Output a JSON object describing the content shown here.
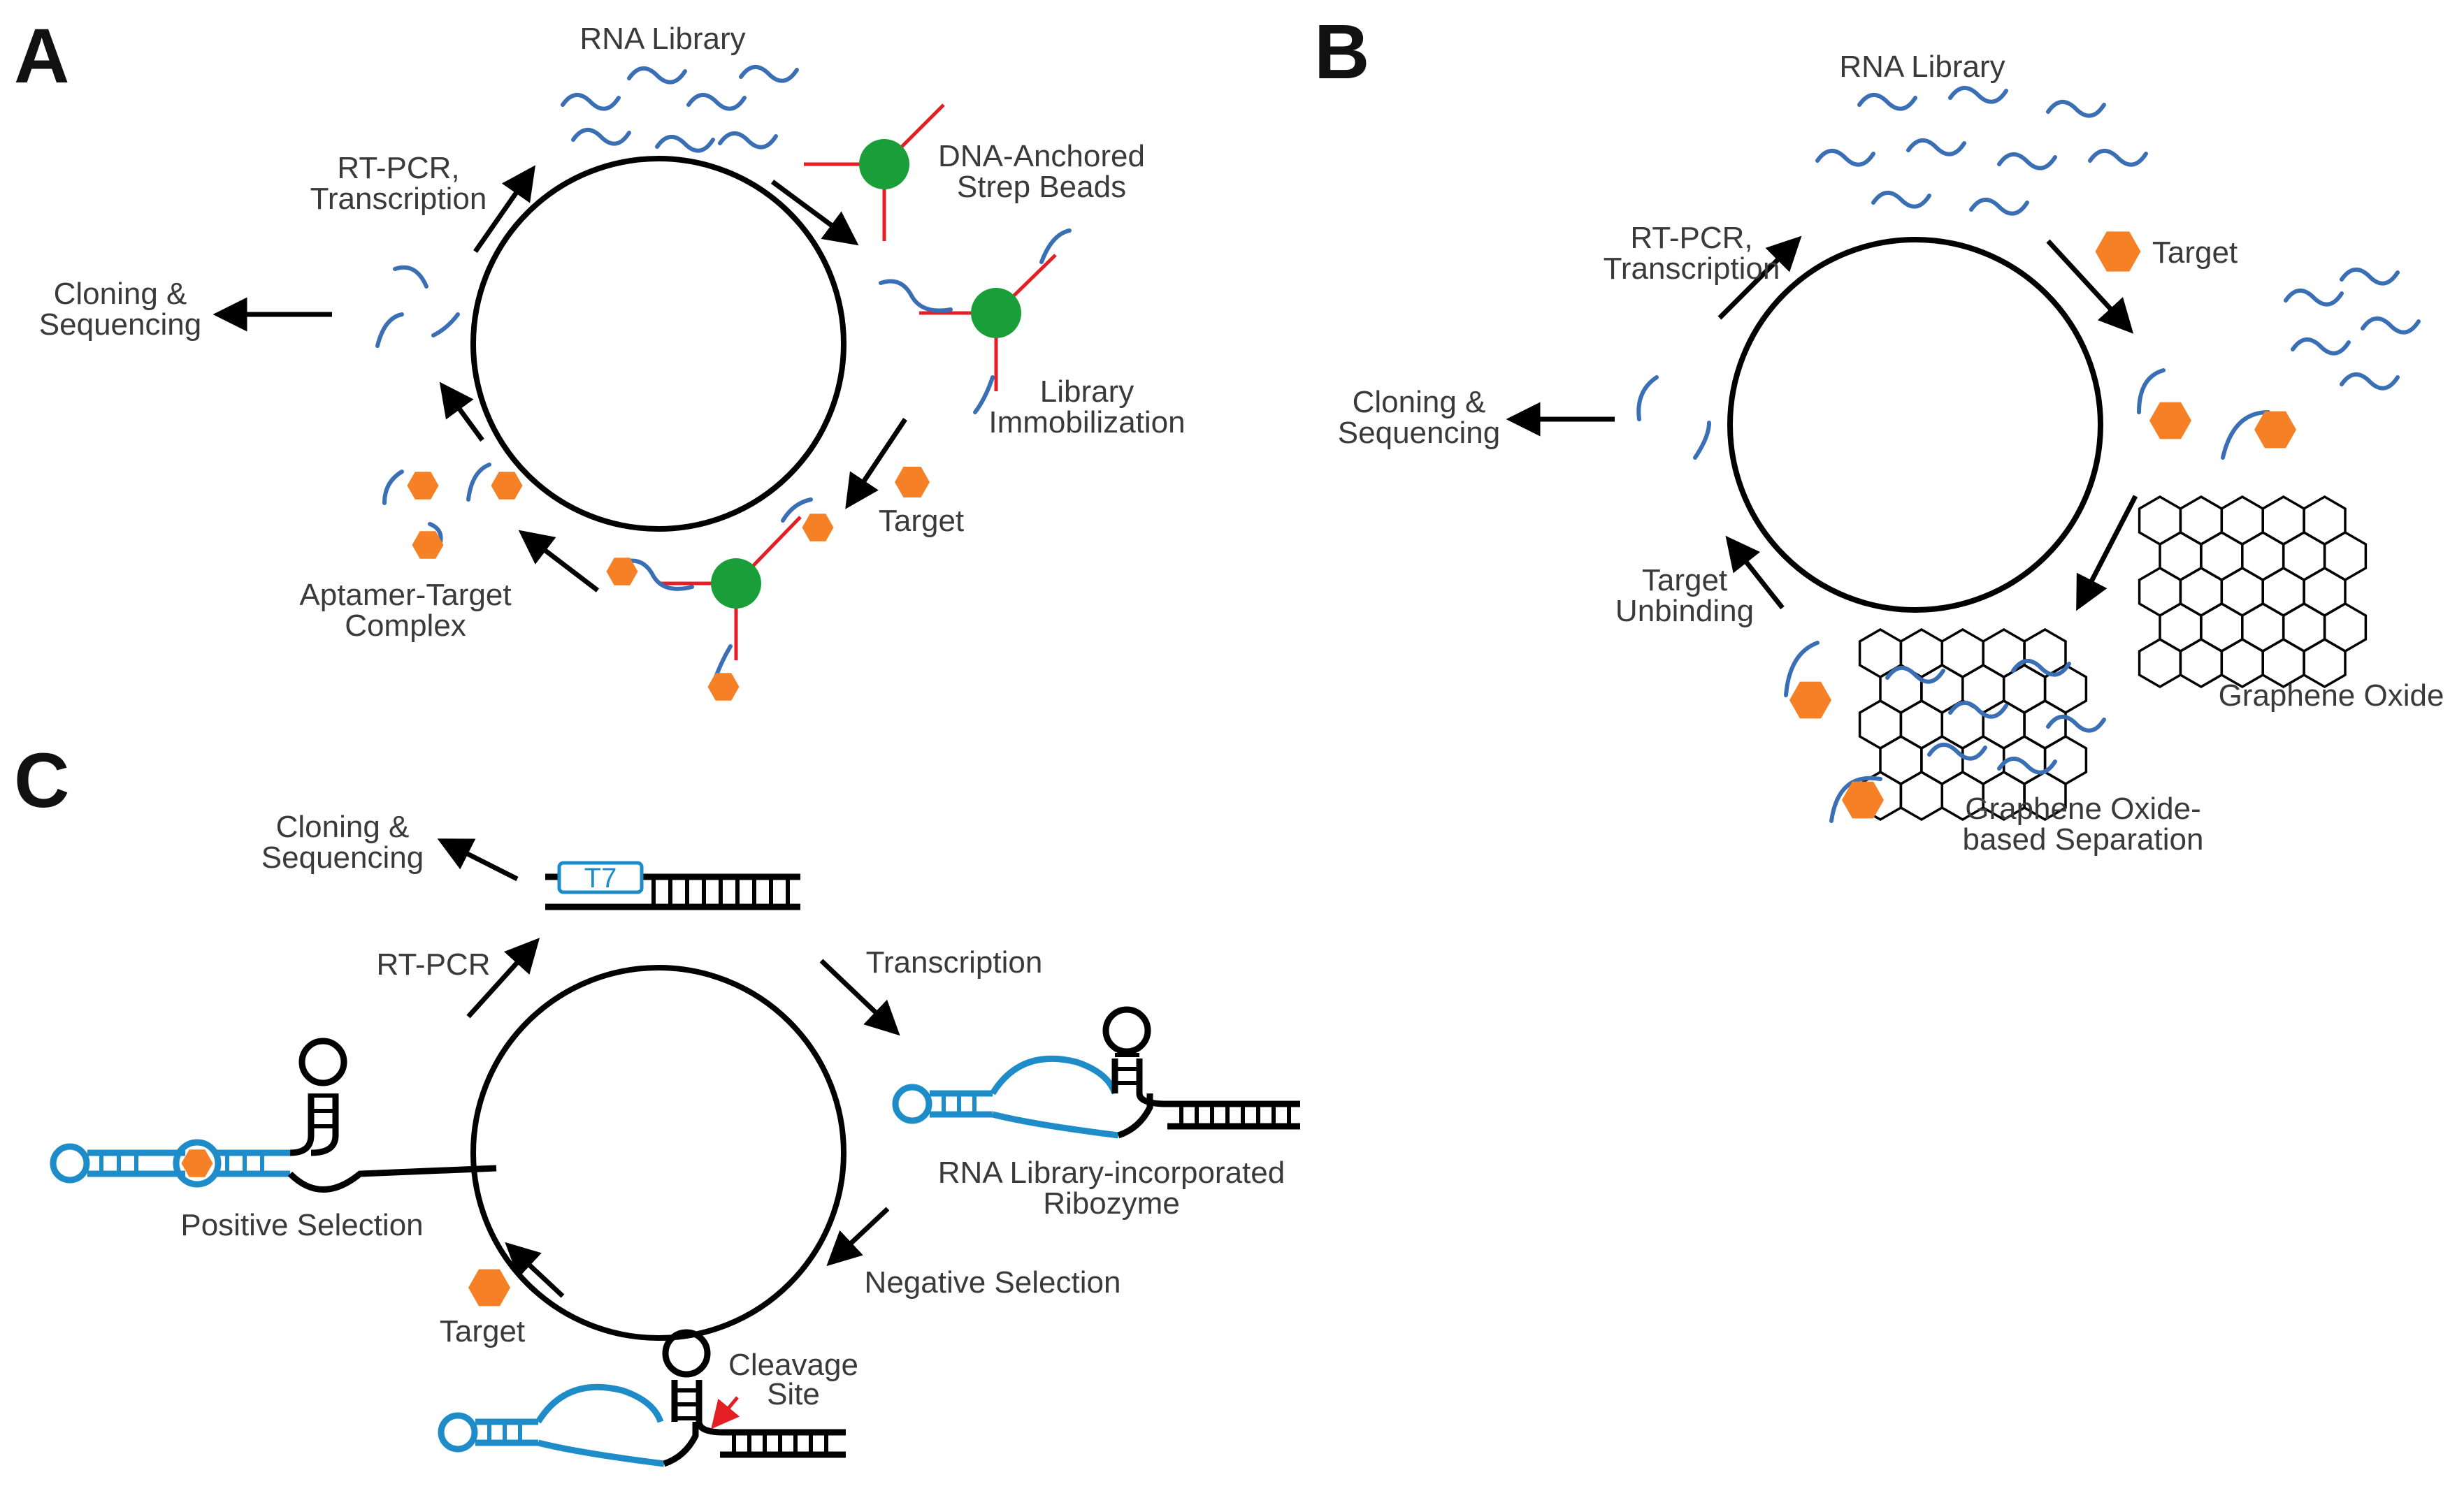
{
  "panels": {
    "A": {
      "label": "A",
      "rna_library": "RNA Library",
      "beads_line1": "DNA-Anchored",
      "beads_line2": "Strep Beads",
      "immob_line1": "Library",
      "immob_line2": "Immobilization",
      "target": "Target",
      "complex_line1": "Aptamer-Target",
      "complex_line2": "Complex",
      "cloning_line1": "Cloning &",
      "cloning_line2": "Sequencing",
      "rtpcr_line1": "RT-PCR,",
      "rtpcr_line2": "Transcription"
    },
    "B": {
      "label": "B",
      "rna_library": "RNA Library",
      "target": "Target",
      "rtpcr_line1": "RT-PCR,",
      "rtpcr_line2": "Transcription",
      "cloning_line1": "Cloning &",
      "cloning_line2": "Sequencing",
      "unbinding_line1": "Target",
      "unbinding_line2": "Unbinding",
      "graphene_oxide": "Graphene Oxide",
      "separation_line1": "Graphene Oxide-",
      "separation_line2": "based Separation"
    },
    "C": {
      "label": "C",
      "cloning_line1": "Cloning &",
      "cloning_line2": "Sequencing",
      "t7": "T7",
      "rtpcr": "RT-PCR",
      "transcription": "Transcription",
      "ribozyme_line1": "RNA Library-incorporated",
      "ribozyme_line2": "Ribozyme",
      "negative": "Negative Selection",
      "cleavage_line1": "Cleavage",
      "cleavage_line2": "Site",
      "target": "Target",
      "positive": "Positive Selection"
    }
  },
  "colors": {
    "rna_strand": "#3a6fb5",
    "ribozyme_strand": "#1e8cc8",
    "anchor_dna": "#e31e24",
    "strep_bead": "#1a9e3a",
    "target": "#f58025"
  }
}
